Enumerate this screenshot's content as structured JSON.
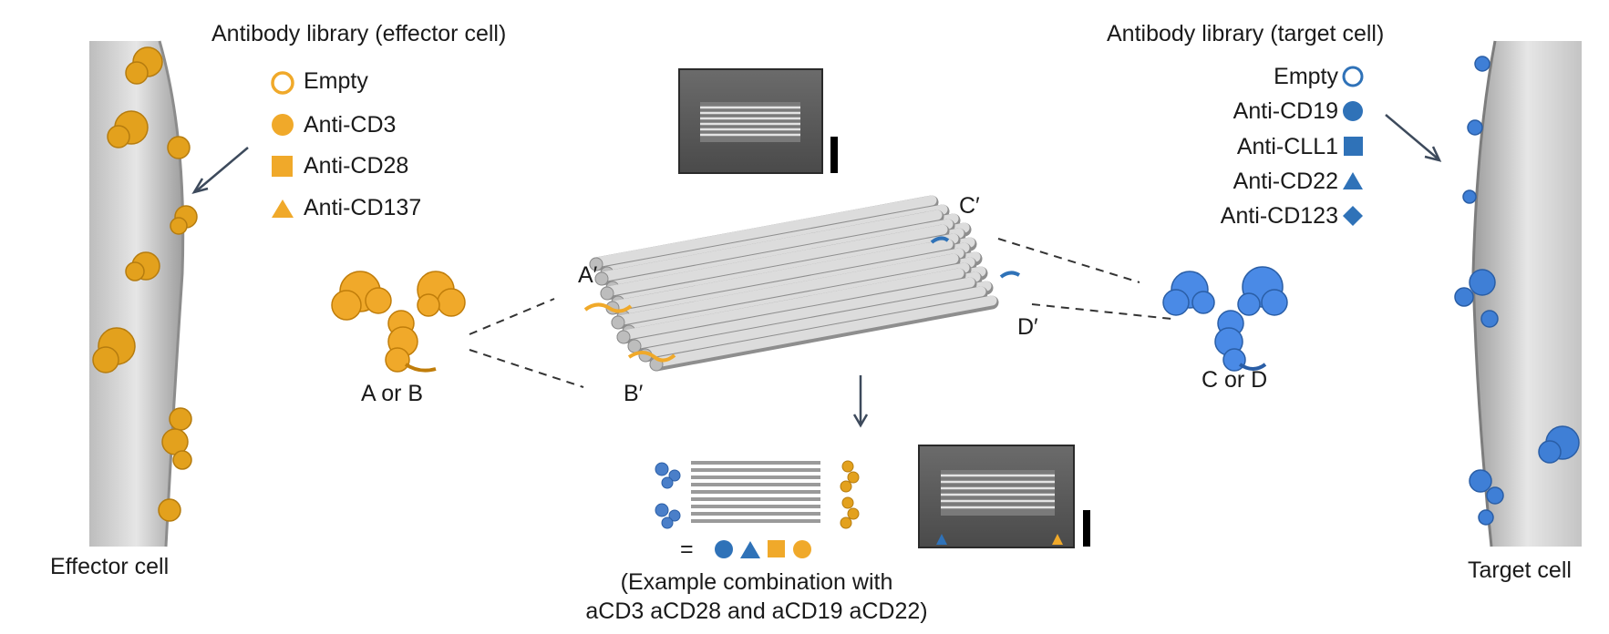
{
  "colors": {
    "effector": "#f0a92a",
    "target": "#2f72b8",
    "cell_fill": "#d9d9d9",
    "rod": "#c9c9c9",
    "text": "#1a1a1a"
  },
  "effector_library": {
    "title": "Antibody library (effector cell)",
    "items": [
      {
        "label": "Empty",
        "icon": "open-circle-icon"
      },
      {
        "label": "Anti-CD3",
        "icon": "filled-circle-icon"
      },
      {
        "label": "Anti-CD28",
        "icon": "square-icon"
      },
      {
        "label": "Anti-CD137",
        "icon": "triangle-icon"
      }
    ]
  },
  "target_library": {
    "title": "Antibody library (target cell)",
    "items": [
      {
        "label": "Empty",
        "icon": "open-circle-icon"
      },
      {
        "label": "Anti-CD19",
        "icon": "filled-circle-icon"
      },
      {
        "label": "Anti-CLL1",
        "icon": "square-icon"
      },
      {
        "label": "Anti-CD22",
        "icon": "triangle-icon"
      },
      {
        "label": "Anti-CD123",
        "icon": "diamond-icon"
      }
    ]
  },
  "labels": {
    "effector_cell": "Effector cell",
    "target_cell": "Target cell",
    "a_or_b": "A or B",
    "c_or_d": "C or D",
    "a_prime": "A′",
    "b_prime": "B′",
    "c_prime": "C′",
    "d_prime": "D′",
    "equals": "="
  },
  "caption": {
    "line1": "(Example combination with",
    "line2": "aCD3 aCD28 and aCD19 aCD22)"
  }
}
